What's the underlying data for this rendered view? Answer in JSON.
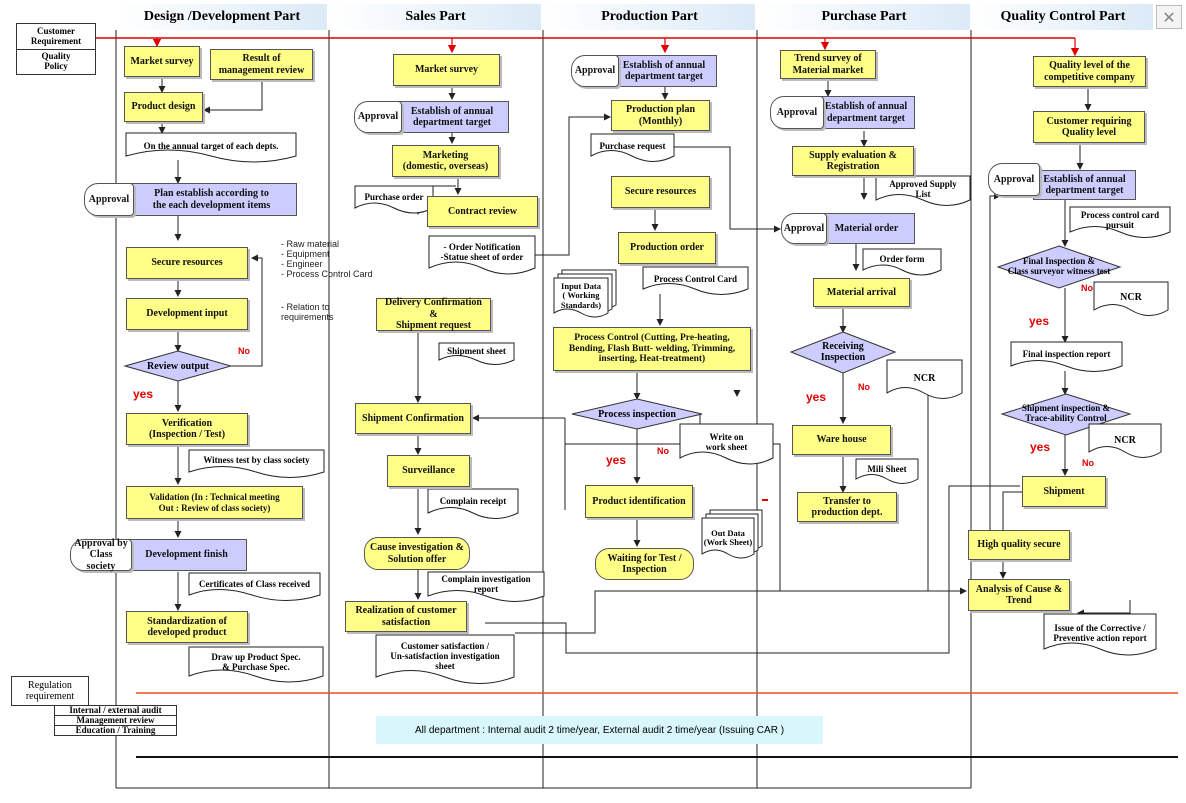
{
  "headers": {
    "design": "Design /Development  Part",
    "sales": "Sales Part",
    "production": "Production Part",
    "purchase": "Purchase Part",
    "quality": "Quality Control Part"
  },
  "left_legend": {
    "customer": "Customer\nRequirement",
    "policy": "Quality\nPolicy",
    "regulation": "Regulation\nrequirement",
    "audit": "Internal / external  audit",
    "review": "Management review",
    "education": "Education / Training"
  },
  "design": {
    "market_survey": "Market survey",
    "result_review": "Result of\nmanagement  review",
    "product_design": "Product design",
    "annual_target_doc": "On the annual target of each depts.",
    "approval": "Approval",
    "plan_establish": "Plan establish according  to\nthe each development items",
    "secure_resources": "Secure   resources",
    "resources_notes": "- Raw material\n- Equipment\n- Engineer\n- Process  Control Card",
    "relation_note": "- Relation to\nrequirements",
    "dev_input": "Development   input",
    "review_output": "Review output",
    "no": "No",
    "yes": "yes",
    "verification": "Verification\n(Inspection  / Test)",
    "witness_test": "Witness test by class society",
    "validation": "Validation (In : Technical meeting\nOut : Review  of class society)",
    "approval_class": "Approval by\nClass society",
    "dev_finish": "Development  finish",
    "certificates": "Certificates  of  Class received",
    "standardization": "Standardization  of\ndeveloped product",
    "draw_spec": "Draw up Product Spec.\n& Purchase Spec."
  },
  "sales": {
    "market_survey": "Market survey",
    "approval": "Approval",
    "establish_target": "Establish of annual\ndepartment target",
    "marketing": "Marketing\n(domestic,  overseas)",
    "purchase_order": "Purchase order",
    "contract_review": "Contract  review",
    "order_notification": "- Order Notification\n-Statue sheet of order",
    "delivery_confirm": "Delivery Confirmation &\nShipment request",
    "shipment_sheet": "Shipment sheet",
    "shipment_confirm": "Shipment Confirmation",
    "surveillance": "Surveillance",
    "complain_receipt": "Complain receipt",
    "cause_investigation": "Cause investigation  &\nSolution offer",
    "complain_report": "Complain investigation\nreport",
    "realization": "Realization  of customer\nsatisfaction",
    "satisfaction_sheet": "Customer  satisfaction  /\nUn-satisfaction investigation\nsheet"
  },
  "production": {
    "approval": "Approval",
    "establish_target": "Establish of annual\ndepartment target",
    "production_plan": "Production plan\n(Monthly)",
    "purchase_request": "Purchase request",
    "secure_resources": "Secure   resources",
    "production_order": "Production   order",
    "process_control_card": "Process Control Card",
    "input_data": "Input Data\n( Working\nStandards)",
    "process_control": "Process Control (Cutting,  Pre-heating,\nBending, Flash Butt- welding, Trimming,\ninserting, Heat-treatment)",
    "process_inspection": "Process inspection",
    "no": "No",
    "yes": "yes",
    "write_on_sheet": "Write on\nwork sheet",
    "product_identification": "Product identification",
    "out_data": "Out Data\n(Work Sheet)",
    "waiting": "Waiting for Test /\nInspection"
  },
  "purchase": {
    "trend_survey": "Trend  survey of\nMaterial market",
    "approval": "Approval",
    "establish_target": "Establish of annual\ndepartment  target",
    "supply_eval": "Supply evaluation &\nRegistration",
    "approved_supply": "Approved Supply\nList",
    "approval2": "Approval",
    "material_order": "Material order",
    "order_form": "Order form",
    "material_arrival": "Material arrival",
    "receiving": "Receiving\nInspection",
    "no": "No",
    "yes": "yes",
    "ncr": "NCR",
    "warehouse": "Ware house",
    "mili_sheet": "Mili Sheet",
    "transfer": "Transfer to\nproduction dept."
  },
  "quality": {
    "quality_level": "Quality level of the\ncompetitive company",
    "customer_quality": "Customer  requiring\nQuality level",
    "approval": "Approval",
    "establish_target": "Establish of annual\ndepartment  target",
    "process_card": "Process control card\npursuit",
    "final_inspection": "Final Inspection  &\nClass surveyor  witness  test",
    "no": "No",
    "ncr": "NCR",
    "yes": "yes",
    "final_report": "Final inspection report",
    "shipment_inspection": "Shipment inspection  &\nTrace-ability Control",
    "no2": "No",
    "ncr2": "NCR",
    "yes2": "yes",
    "shipment": "Shipment",
    "high_quality": "High quality secure",
    "analysis": "Analysis of Cause &\nTrend",
    "corrective_report": "Issue of the Corrective  /\nPreventive action report"
  },
  "bottom_note": "All department : Internal audit 2 time/year,  External audit 2 time/year (Issuing  CAR )",
  "close_symbol": "✕",
  "colors": {
    "process_fill": "#ffff88",
    "approval_fill": "#ccccff",
    "decision_fill": "#ccccff",
    "red_line": "#e00000",
    "note_fill": "#d8f6fb"
  }
}
